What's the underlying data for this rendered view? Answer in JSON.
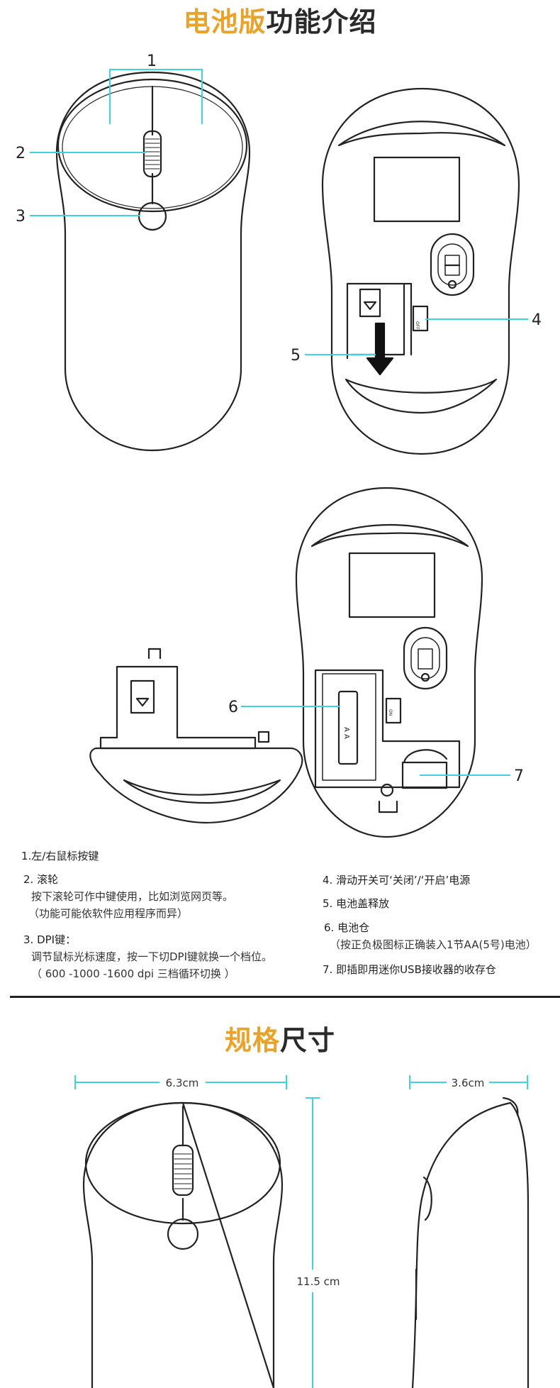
{
  "section1": {
    "title_highlight": "电池版",
    "title_rest": "功能介绍"
  },
  "section2": {
    "title_highlight": "规格",
    "title_rest": "尺寸"
  },
  "callouts": [
    "1",
    "2",
    "3",
    "4",
    "5",
    "6",
    "7"
  ],
  "switch_labels": {
    "off": "OFF",
    "on": "ON"
  },
  "battery_label": "A A",
  "features": {
    "f1": "1.左/右鼠标按键",
    "f2_head": "2. 滚轮",
    "f2_line1": "按下滚轮可作中键使用，比如浏览网页等。",
    "f2_line2": "（功能可能依软件应用程序而异）",
    "f3_head": "3. DPI键：",
    "f3_line1": "调节鼠标光标速度，按一下切DPI键就换一个档位。",
    "f3_line2": "（ 600 -1000 -1600 dpi 三档循环切换 ）",
    "f4": "4. 滑动开关可‘关闭’/‘开启’电源",
    "f5": "5. 电池盖释放",
    "f6_head": "6. 电池仓",
    "f6_line1": "（按正负极图标正确装入1节AA(5号)电池）",
    "f7": "7. 即插即用迷你USB接收器的收存仓"
  },
  "dimensions": {
    "width": "6.3cm",
    "height": "11.5 cm",
    "depth": "3.6cm"
  },
  "colors": {
    "accent": "#e8a32a",
    "callout_line": "#3fd4dc",
    "outline": "#222222"
  }
}
